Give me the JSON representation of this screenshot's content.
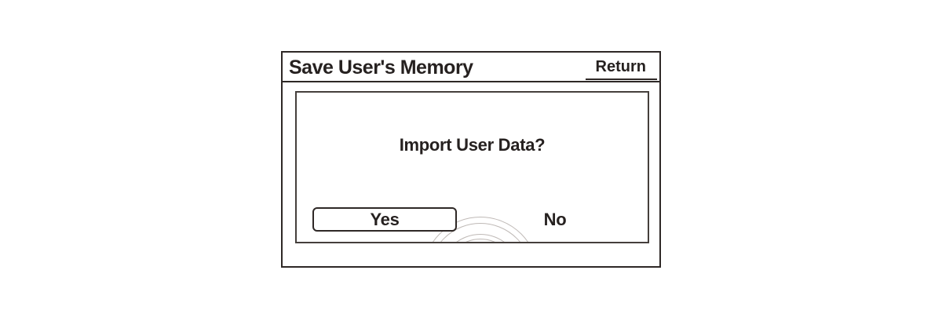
{
  "window": {
    "title": "Save User's Memory",
    "return_button": "Return"
  },
  "dialog": {
    "question": "Import User Data?",
    "options": [
      {
        "label": "Yes",
        "selected": true
      },
      {
        "label": "No",
        "selected": false
      }
    ],
    "selected_option": "Yes"
  },
  "colors": {
    "outline": "#2e2826",
    "text": "#262120",
    "arc_watermark": "#bfb9b6",
    "background": "#ffffff"
  }
}
